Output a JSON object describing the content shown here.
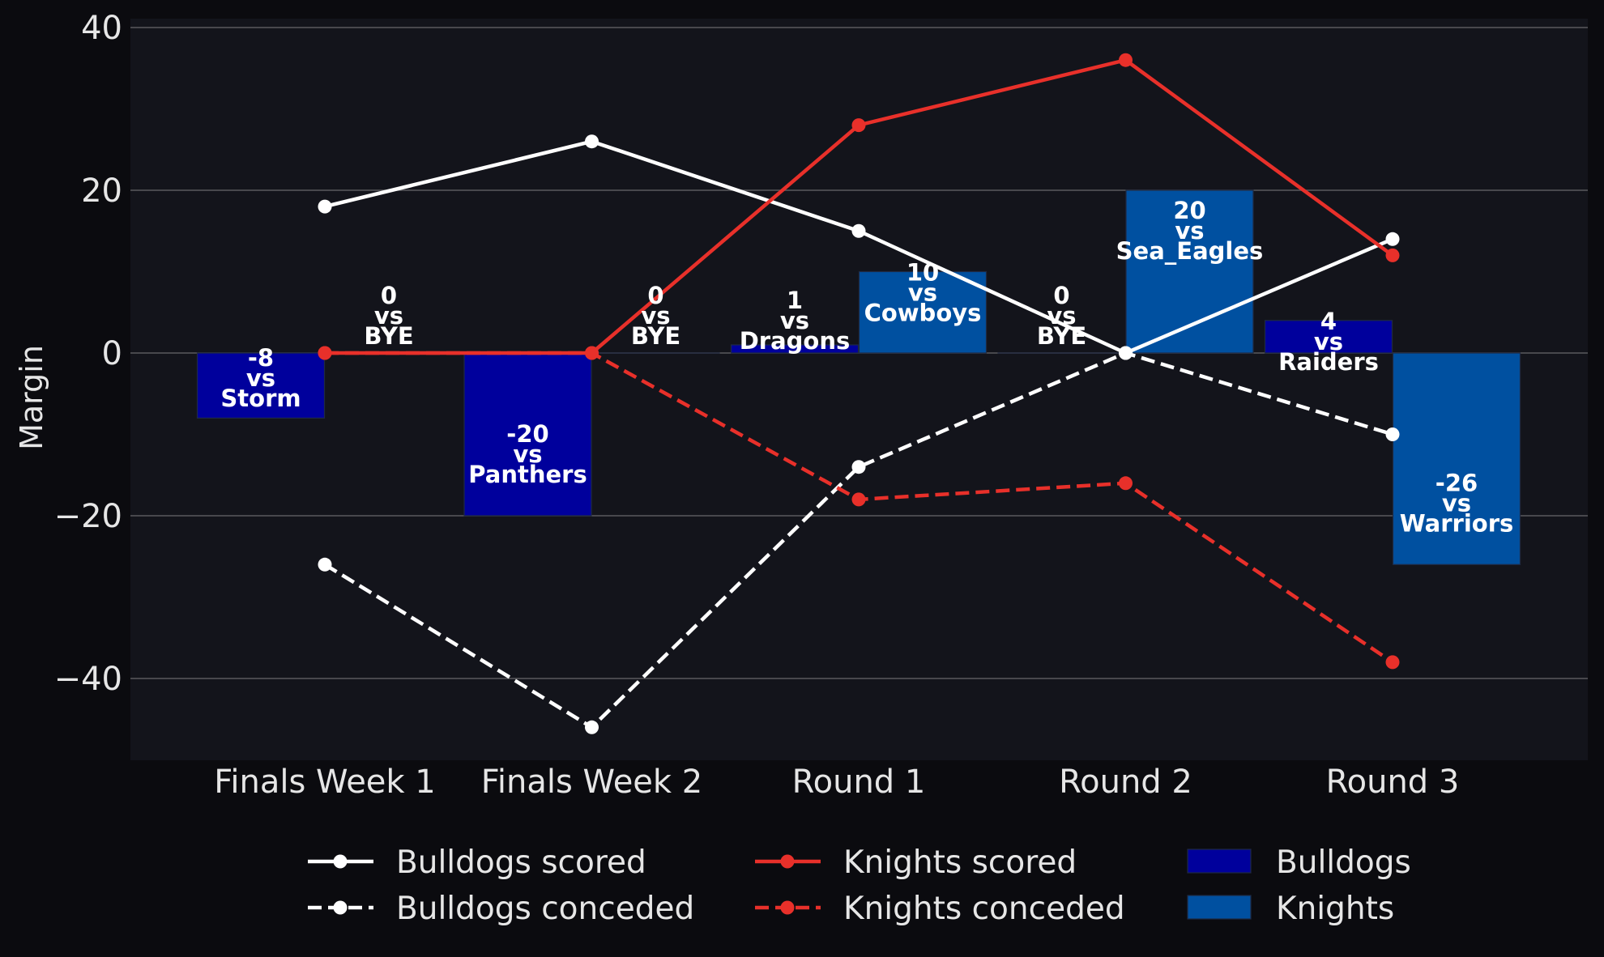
{
  "chart_data": {
    "type": "bar",
    "title": "",
    "xlabel": "",
    "ylabel": "Margin",
    "ylim": [
      -50,
      40
    ],
    "yticks": [
      40,
      20,
      0,
      -20,
      -40
    ],
    "ytick_labels": [
      "40",
      "20",
      "0",
      "−20",
      "−40"
    ],
    "grid": "horizontal",
    "categories": [
      "Finals Week 1",
      "Finals Week 2",
      "Round 1",
      "Round 2",
      "Round 3"
    ],
    "bars": [
      {
        "name": "Bulldogs",
        "color": "#00009c",
        "values": [
          -8,
          -20,
          1,
          0,
          4
        ],
        "labels": [
          [
            "-8",
            "vs",
            "Storm"
          ],
          [
            "-20",
            "vs",
            "Panthers"
          ],
          [
            "1",
            "vs",
            "Dragons"
          ],
          [
            "0",
            "vs",
            "BYE"
          ],
          [
            "4",
            "vs",
            "Raiders"
          ]
        ]
      },
      {
        "name": "Knights",
        "color": "#0050a0",
        "values": [
          0,
          0,
          10,
          20,
          -26
        ],
        "labels": [
          [
            "0",
            "vs",
            "BYE"
          ],
          [
            "0",
            "vs",
            "BYE"
          ],
          [
            "10",
            "vs",
            "Cowboys"
          ],
          [
            "20",
            "vs",
            "Sea_Eagles"
          ],
          [
            "-26",
            "vs",
            "Warriors"
          ]
        ]
      }
    ],
    "lines": [
      {
        "name": "Bulldogs scored",
        "color": "#ffffff",
        "dash": false,
        "values": [
          18,
          26,
          15,
          0,
          14
        ]
      },
      {
        "name": "Bulldogs conceded",
        "color": "#ffffff",
        "dash": true,
        "values": [
          -26,
          -46,
          -14,
          0,
          -10
        ]
      },
      {
        "name": "Knights scored",
        "color": "#e8302a",
        "dash": false,
        "values": [
          0,
          0,
          28,
          36,
          12
        ]
      },
      {
        "name": "Knights conceded",
        "color": "#e8302a",
        "dash": true,
        "values": [
          0,
          0,
          -18,
          -16,
          -38
        ]
      }
    ],
    "legend": {
      "placement": "bottom-center",
      "entries": [
        "Bulldogs scored",
        "Bulldogs conceded",
        "Knights scored",
        "Knights conceded",
        "Bulldogs",
        "Knights"
      ]
    }
  },
  "theme": {
    "background": "#0b0b0f",
    "plot_background": "#13141b",
    "grid_color": "#5a5a5e",
    "text_color": "#e6e6e6"
  }
}
